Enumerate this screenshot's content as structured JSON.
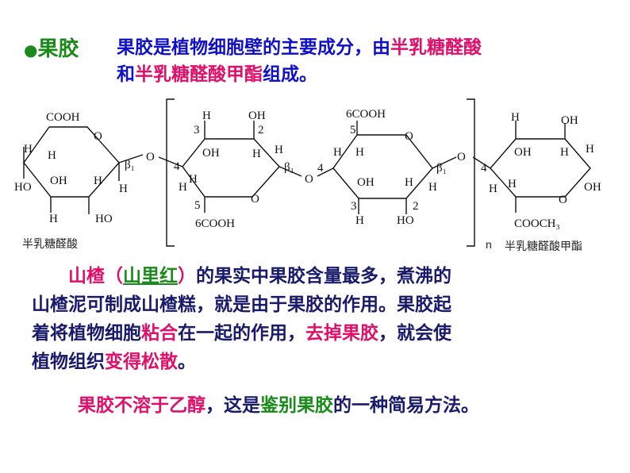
{
  "heading": {
    "bullet": "●",
    "title": "果胶",
    "line1": {
      "a": "果胶是植物细胞壁的主要成分，由",
      "b": "半乳糖醛酸"
    },
    "line2": {
      "a": "和",
      "b": "半乳糖醛酸甲酯",
      "c": "组成。"
    }
  },
  "structure": {
    "ring1": {
      "cooh": "COOH",
      "o": "O",
      "h1": "H",
      "h2": "H",
      "h3": "H",
      "h4": "H",
      "h5": "H",
      "oh1": "OH",
      "oh2": "HO",
      "ho": "HO",
      "beta": "β₁"
    },
    "ring2": {
      "h1": "H",
      "h2": "H",
      "h3": "H",
      "h4": "H",
      "oh1": "OH",
      "oh2": "OH",
      "n3": "3",
      "n2": "2",
      "n4": "4",
      "n5": "5",
      "cooh": "6COOH",
      "o": "O",
      "beta": "β₁"
    },
    "ring3": {
      "cooh": "6COOH",
      "n5": "5",
      "o": "O",
      "h1": "H",
      "h2": "H",
      "h3": "H",
      "h4": "H",
      "oh": "OH",
      "ho": "HO",
      "n4": "4",
      "n3": "3",
      "n2": "2",
      "beta": "β₁"
    },
    "ring4": {
      "h1": "H",
      "h2": "H",
      "h3": "H",
      "h4": "H",
      "h5": "H",
      "oh1": "OH",
      "oh2": "OH",
      "oh3": "OH",
      "n4": "4",
      "o": "O",
      "cooch": "COOCH₃"
    },
    "bridge_o": "O",
    "caption_left": "半乳糖醛酸",
    "caption_n": "n",
    "caption_right": "半乳糖醛酸甲酯"
  },
  "para1": {
    "line1": {
      "indent": "　　",
      "a": "山楂（",
      "b": "山里红",
      "c": "）的果实中果胶含量最多，煮沸的"
    },
    "line2": "山楂泥可制成山楂糕，就是由于果胶的作用。果胶起",
    "line3": {
      "a": "着将植物细胞",
      "b": "粘合",
      "c": "在一起的作用，",
      "d": "去掉果胶",
      "e": "，就会使"
    },
    "line4": {
      "a": "植物组织",
      "b": "变得松散",
      "c": "。"
    }
  },
  "para2": {
    "a": "果胶不溶于乙醇",
    "b": "，这是",
    "c": "鉴别果胶",
    "d": "的一种简易方法。"
  }
}
